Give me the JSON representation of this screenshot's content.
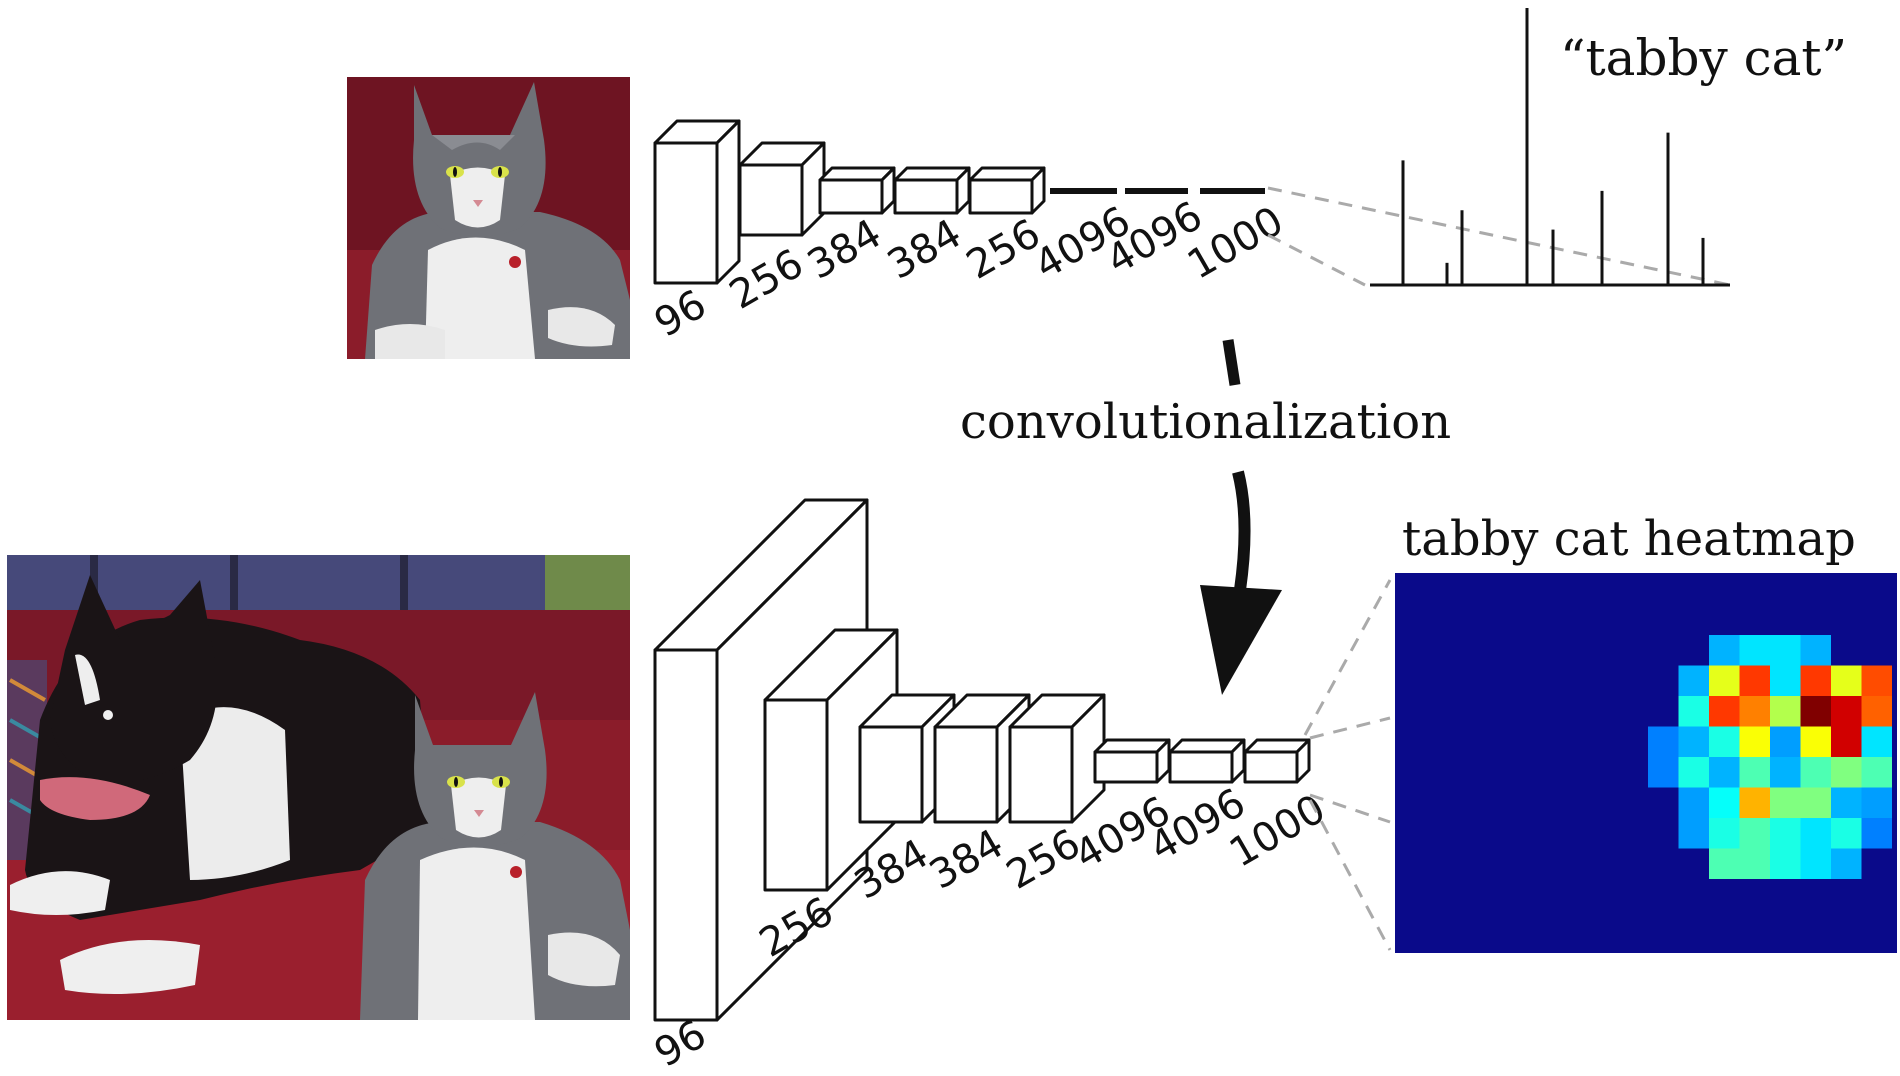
{
  "top": {
    "layer_labels": [
      "96",
      "256",
      "384",
      "384",
      "256",
      "4096",
      "4096",
      "1000"
    ],
    "output_label": "“tabby cat”",
    "class_scores": [
      0.45,
      0.08,
      0.27,
      1.0,
      0.2,
      0.34,
      0.55,
      0.17
    ]
  },
  "middle": {
    "label": "convolutionalization"
  },
  "bottom": {
    "layer_labels": [
      "96",
      "256",
      "384",
      "384",
      "256",
      "4096",
      "4096",
      "1000"
    ],
    "output_label": "tabby cat heatmap",
    "heatmap": {
      "rows": 12,
      "cols": 17,
      "hot_cells": [
        [
          2,
          13,
          0.3
        ],
        [
          2,
          14,
          0.35
        ],
        [
          2,
          15,
          0.35
        ],
        [
          2,
          16,
          0.3
        ],
        [
          3,
          12,
          0.3
        ],
        [
          3,
          13,
          0.6
        ],
        [
          3,
          14,
          0.82
        ],
        [
          3,
          15,
          0.35
        ],
        [
          3,
          16,
          0.82
        ],
        [
          3,
          17,
          0.6
        ],
        [
          3,
          18,
          0.8
        ],
        [
          4,
          12,
          0.4
        ],
        [
          4,
          13,
          0.82
        ],
        [
          4,
          14,
          0.75
        ],
        [
          4,
          15,
          0.55
        ],
        [
          4,
          16,
          1.0
        ],
        [
          4,
          17,
          0.92
        ],
        [
          4,
          18,
          0.78
        ],
        [
          5,
          11,
          0.25
        ],
        [
          5,
          12,
          0.3
        ],
        [
          5,
          13,
          0.4
        ],
        [
          5,
          14,
          0.62
        ],
        [
          5,
          15,
          0.28
        ],
        [
          5,
          16,
          0.62
        ],
        [
          5,
          17,
          0.92
        ],
        [
          5,
          18,
          0.35
        ],
        [
          6,
          11,
          0.25
        ],
        [
          6,
          12,
          0.4
        ],
        [
          6,
          13,
          0.3
        ],
        [
          6,
          14,
          0.45
        ],
        [
          6,
          15,
          0.3
        ],
        [
          6,
          16,
          0.45
        ],
        [
          6,
          17,
          0.5
        ],
        [
          6,
          18,
          0.45
        ],
        [
          7,
          12,
          0.28
        ],
        [
          7,
          13,
          0.38
        ],
        [
          7,
          14,
          0.7
        ],
        [
          7,
          15,
          0.5
        ],
        [
          7,
          16,
          0.5
        ],
        [
          7,
          17,
          0.3
        ],
        [
          7,
          18,
          0.28
        ],
        [
          8,
          12,
          0.28
        ],
        [
          8,
          13,
          0.4
        ],
        [
          8,
          14,
          0.45
        ],
        [
          8,
          15,
          0.4
        ],
        [
          8,
          16,
          0.35
        ],
        [
          8,
          17,
          0.4
        ],
        [
          8,
          18,
          0.25
        ],
        [
          9,
          13,
          0.45
        ],
        [
          9,
          14,
          0.45
        ],
        [
          9,
          15,
          0.4
        ],
        [
          9,
          16,
          0.35
        ],
        [
          9,
          17,
          0.3
        ]
      ]
    }
  },
  "colors": {
    "photo_background": "#6e1422",
    "sofa": "#8b1c2a",
    "cat_fur": "#6f7177",
    "cat_chest": "#eeeeee",
    "cat_eye": "#d9e24a",
    "dog_fur": "#1a1416",
    "heatmap_base": "#0a0a8a"
  }
}
